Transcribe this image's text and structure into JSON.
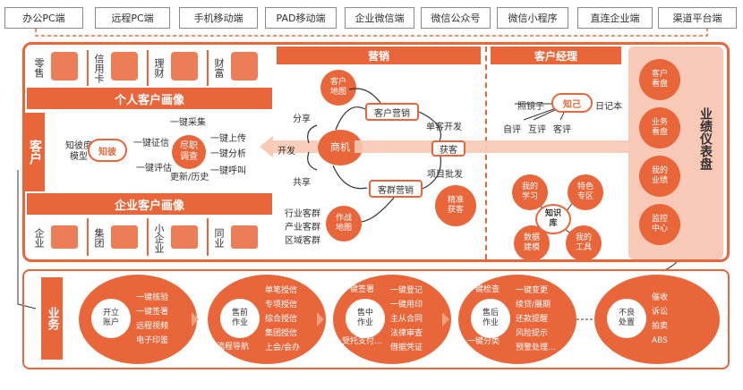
{
  "channels": [
    "办公PC端",
    "远程PC端",
    "手机移动端",
    "PAD移动端",
    "企业微信端",
    "微信公众号",
    "微信小程序",
    "直连企业端",
    "渠道平台端"
  ],
  "customer_label": "客户",
  "personal": {
    "categories": [
      "零售",
      "信用卡",
      "理财",
      "财富"
    ],
    "title": "个人客户画像",
    "center": "知彼",
    "model_label": "知彼度\n模型",
    "collect": "一键采集",
    "credit": "一键征信",
    "evaluate": "一键评估",
    "due": "尽职\n调查",
    "upload": "一键上传",
    "analyze": "一键分析",
    "call": "一键呼叫",
    "update": "更新/历史"
  },
  "enterprise": {
    "title": "企业客户画像",
    "categories": [
      "企业",
      "集团",
      "小企业",
      "同业"
    ]
  },
  "marketing": {
    "title": "营销",
    "customer_map": "客户\n地图",
    "customer_marketing": "客户营销",
    "opportunity": "商机",
    "group_marketing": "客群营销",
    "battle_map": "作战\n地图",
    "precise": "精准\n获客",
    "share_out": "分享",
    "share_in": "共享",
    "develop": "开发",
    "single_dev": "单客开发",
    "acquire": "获客",
    "project_dev": "项目批发",
    "groups": [
      "行业客群",
      "产业客群",
      "区域客群"
    ]
  },
  "manager": {
    "title": "客户经理",
    "know_self": "知己",
    "mirror": "照镜子",
    "diary": "日记本",
    "self_eval": "自评",
    "mutual_eval": "互评",
    "cust_eval": "客评",
    "knowledge": "知识\n库",
    "my_study": "我的\n学习",
    "special": "特色\n专区",
    "data_model": "数据\n建模",
    "my_tools": "我的\n工具"
  },
  "dashboard": {
    "items": [
      "客户\n看盘",
      "业务\n看盘",
      "我的\n业绩",
      "监控\n中心"
    ],
    "title": "业绩仪表盘"
  },
  "business": {
    "label": "业务",
    "stages": [
      {
        "name": "开立\n账户",
        "items": [
          "一键核验",
          "一键签署",
          "远程视频",
          "电子印鉴"
        ]
      },
      {
        "name": "售前\n作业",
        "items": [
          "单笔授信",
          "专项授信",
          "综合授信",
          "集团授信",
          "上会/会办"
        ],
        "extra": "流程导航"
      },
      {
        "name": "售中\n作业",
        "items": [
          "一键登记",
          "一键用印",
          "主从合同",
          "法律审查",
          "借据凭证"
        ],
        "extra_left": [
          "一键签署",
          "受托支付..."
        ]
      },
      {
        "name": "售后\n作业",
        "items": [
          "一键变更",
          "续贷/展期",
          "还款提醒",
          "风险提示",
          "预警处理..."
        ],
        "extra_left": [
          "一键检查",
          "一键分类"
        ]
      },
      {
        "name": "不良\n处置",
        "items": [
          "催收",
          "诉讼",
          "拍卖",
          "ABS"
        ]
      }
    ]
  }
}
